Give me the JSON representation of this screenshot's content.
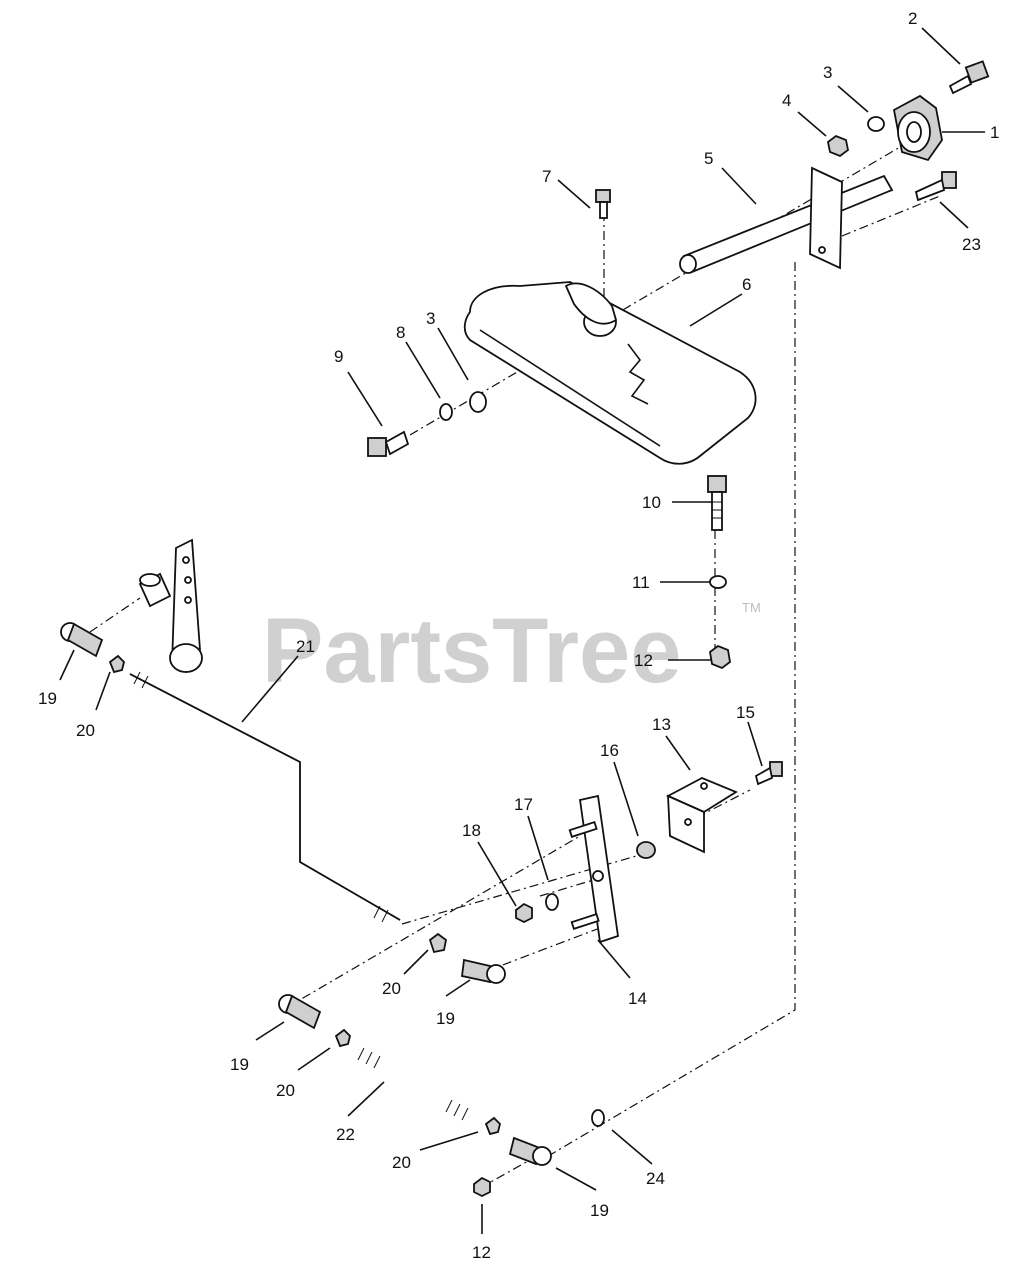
{
  "watermark": {
    "text": "PartsTree",
    "tm": "TM"
  },
  "callouts": {
    "c1": "1",
    "c2": "2",
    "c3a": "3",
    "c3b": "3",
    "c4": "4",
    "c5": "5",
    "c6": "6",
    "c7": "7",
    "c8": "8",
    "c9": "9",
    "c10": "10",
    "c11": "11",
    "c12a": "12",
    "c12b": "12",
    "c13": "13",
    "c14": "14",
    "c15": "15",
    "c16": "16",
    "c17": "17",
    "c18": "18",
    "c19a": "19",
    "c19b": "19",
    "c19c": "19",
    "c19d": "19",
    "c20a": "20",
    "c20b": "20",
    "c20c": "20",
    "c20d": "20",
    "c21": "21",
    "c22": "22",
    "c23": "23",
    "c24": "24"
  }
}
